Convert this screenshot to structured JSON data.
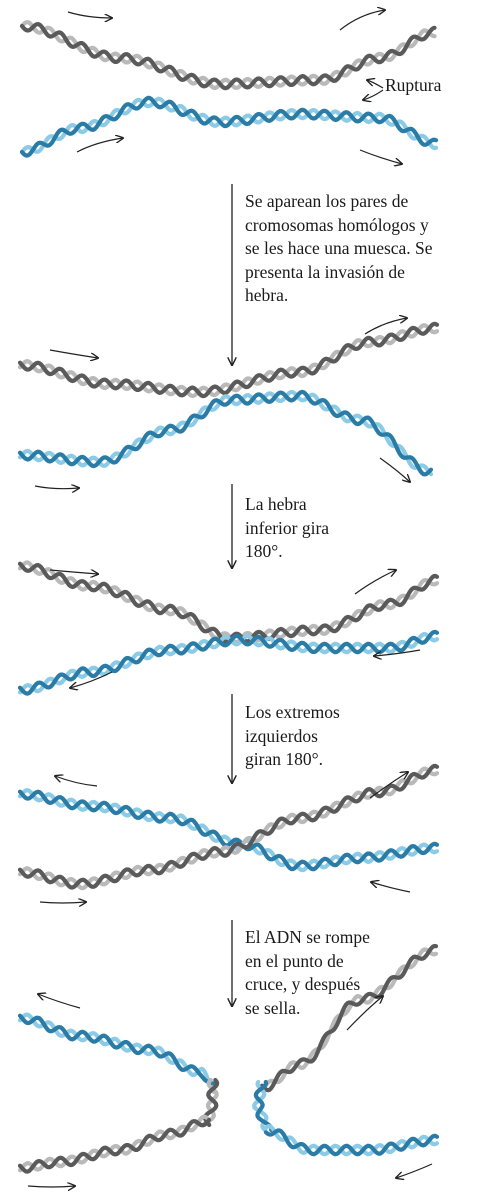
{
  "colors": {
    "dark_strand": "#5a5a5a",
    "dark_strand_light": "#b9b9b9",
    "blue_strand": "#2a7ca6",
    "blue_strand_light": "#8ccbe6",
    "arrow": "#222222"
  },
  "labels": {
    "break": "Ruptura"
  },
  "steps": [
    {
      "lines": [
        "Se aparean los pares de",
        "cromosomas homólogos y",
        "se les hace una muesca. Se",
        "presenta la invasión de",
        "hebra."
      ]
    },
    {
      "lines": [
        "La hebra",
        "inferior gira",
        "180°."
      ]
    },
    {
      "lines": [
        "Los extremos",
        "izquierdos",
        "giran 180°."
      ]
    },
    {
      "lines": [
        "El ADN se rompe",
        "en el punto de",
        "cruce, y después",
        "se sella."
      ]
    }
  ]
}
